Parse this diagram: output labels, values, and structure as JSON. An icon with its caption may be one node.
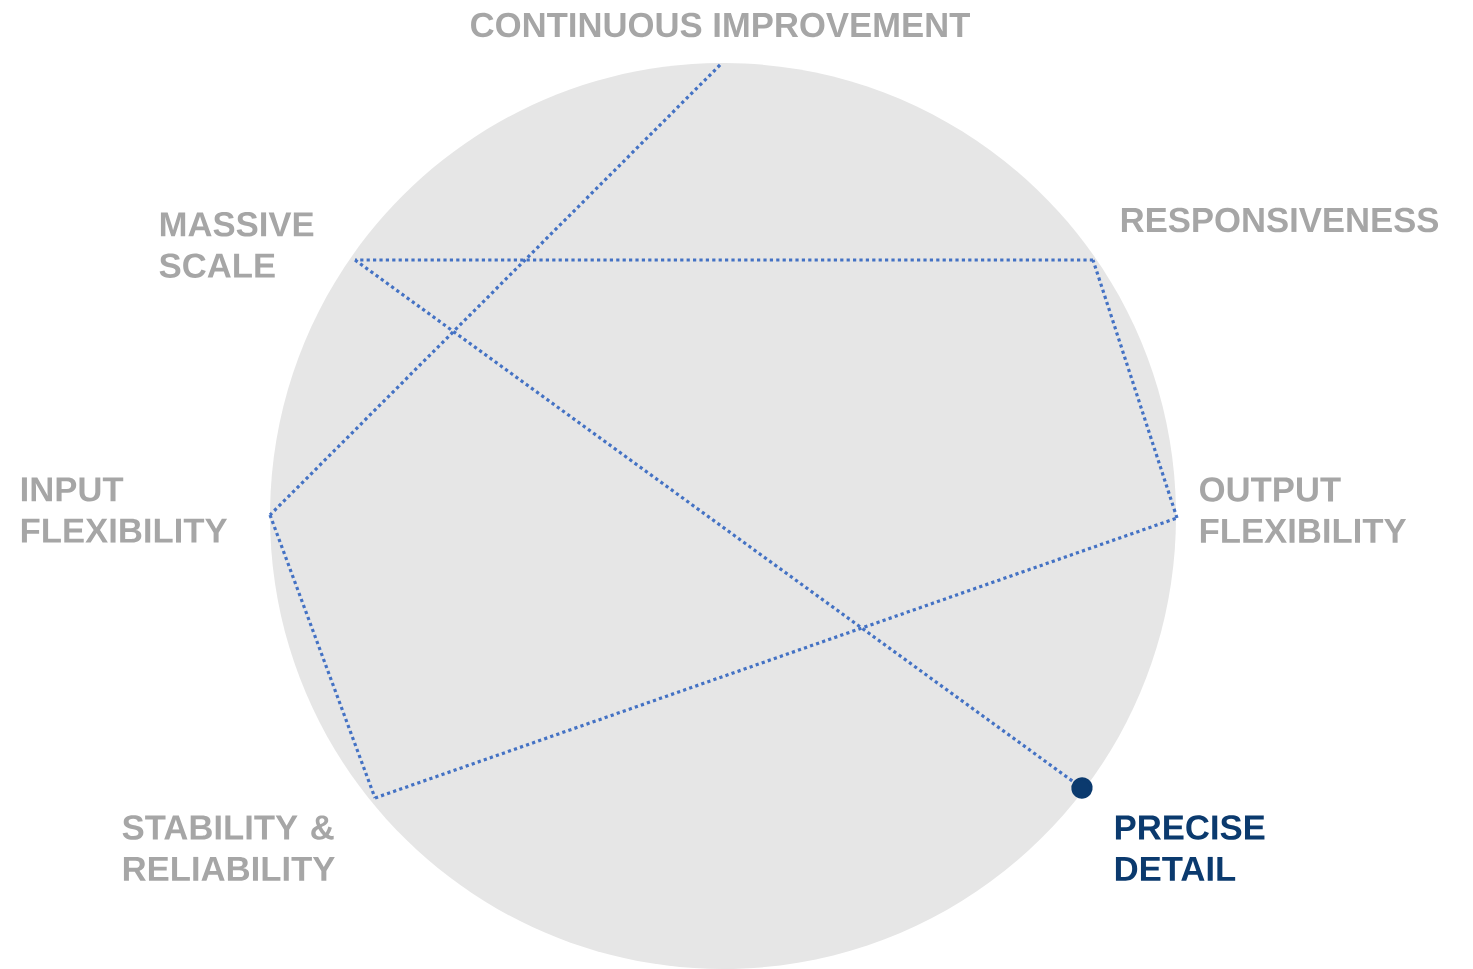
{
  "diagram": {
    "nodes": [
      {
        "text": [
          "CONTINUOUS IMPROVEMENT"
        ]
      },
      {
        "text": [
          "MASSIVE SCALE"
        ]
      },
      {
        "text": [
          "RESPONSIVENESS"
        ]
      },
      {
        "text": [
          "INPUT FLEXIBILITY"
        ]
      },
      {
        "text": [
          "OUTPUT FLEXIBILITY"
        ]
      },
      {
        "text": [
          "STABILITY & RELIABILITY"
        ]
      },
      {
        "text": [
          "PRECISE DETAIL"
        ]
      }
    ],
    "edges": [
      {
        "from": 0,
        "to": 3,
        "arrow": "none"
      },
      {
        "from": 3,
        "to": 5,
        "arrow": "none"
      },
      {
        "from": 5,
        "to": 4,
        "arrow": "none"
      },
      {
        "from": 4,
        "to": 2,
        "arrow": "none"
      },
      {
        "from": 2,
        "to": 1,
        "arrow": "none"
      },
      {
        "from": 1,
        "to": 6,
        "arrow": "other"
      }
    ]
  }
}
